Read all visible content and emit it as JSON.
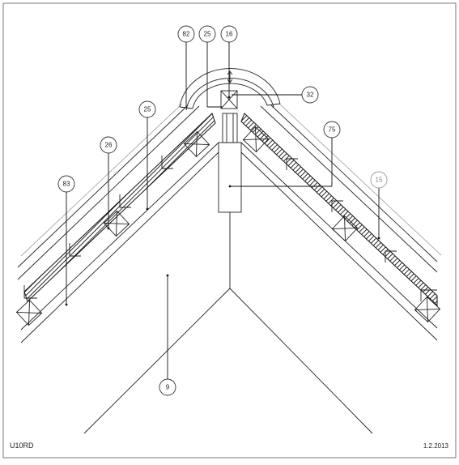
{
  "drawing": {
    "code": "U10RD",
    "date": "1.2.2013"
  },
  "callouts": [
    {
      "id": "82",
      "label": "82"
    },
    {
      "id": "25-top",
      "label": "25"
    },
    {
      "id": "16",
      "label": "16"
    },
    {
      "id": "32",
      "label": "32"
    },
    {
      "id": "25-left",
      "label": "25"
    },
    {
      "id": "75",
      "label": "75"
    },
    {
      "id": "26",
      "label": "26"
    },
    {
      "id": "15",
      "label": "15"
    },
    {
      "id": "83",
      "label": "83"
    },
    {
      "id": "9",
      "label": "9"
    }
  ],
  "colors": {
    "line": "#222222",
    "callout_gray": "#999999",
    "hatch": "#111111"
  }
}
